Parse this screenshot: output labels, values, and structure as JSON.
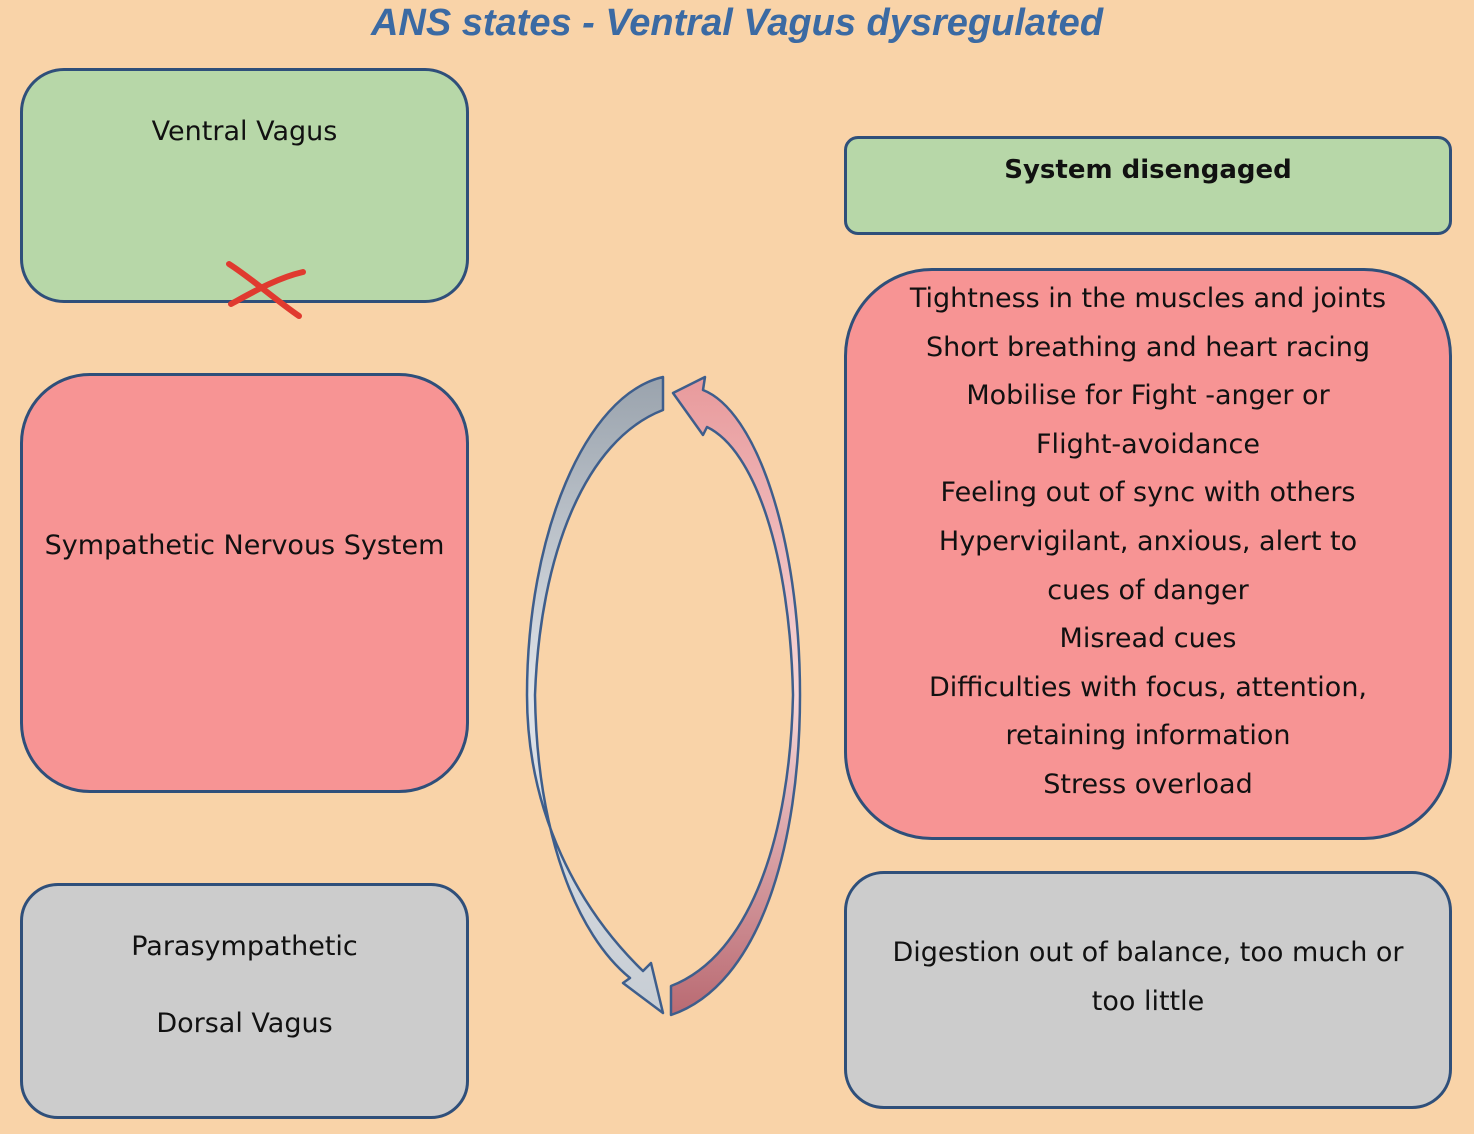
{
  "title": "ANS states - Ventral Vagus dysregulated",
  "ventral_vagus": {
    "label": "Ventral Vagus",
    "mark_icon": "red-cross-icon",
    "mark_color": "#e03a2f"
  },
  "sympathetic": {
    "label": "Sympathetic Nervous System"
  },
  "parasympathetic": {
    "line1": "Parasympathetic",
    "line2": "Dorsal Vagus"
  },
  "system_state": {
    "label": "System disengaged"
  },
  "symptoms": {
    "lines": [
      "Tightness in the muscles and joints",
      "Short breathing and heart racing",
      "Mobilise for Fight -anger or",
      "Flight-avoidance",
      "Feeling out of sync with others",
      "Hypervigilant, anxious, alert to",
      "cues of danger",
      "Misread cues",
      "Difficulties with focus, attention,",
      "retaining information",
      "Stress overload"
    ]
  },
  "digestion": {
    "label": "Digestion out of balance, too much or too little"
  },
  "colors": {
    "background": "#f9d3a8",
    "title": "#3b6aa3",
    "green": "#b7d7a8",
    "red": "#f79494",
    "grey": "#cccccc",
    "border": "#2f4f7a"
  }
}
